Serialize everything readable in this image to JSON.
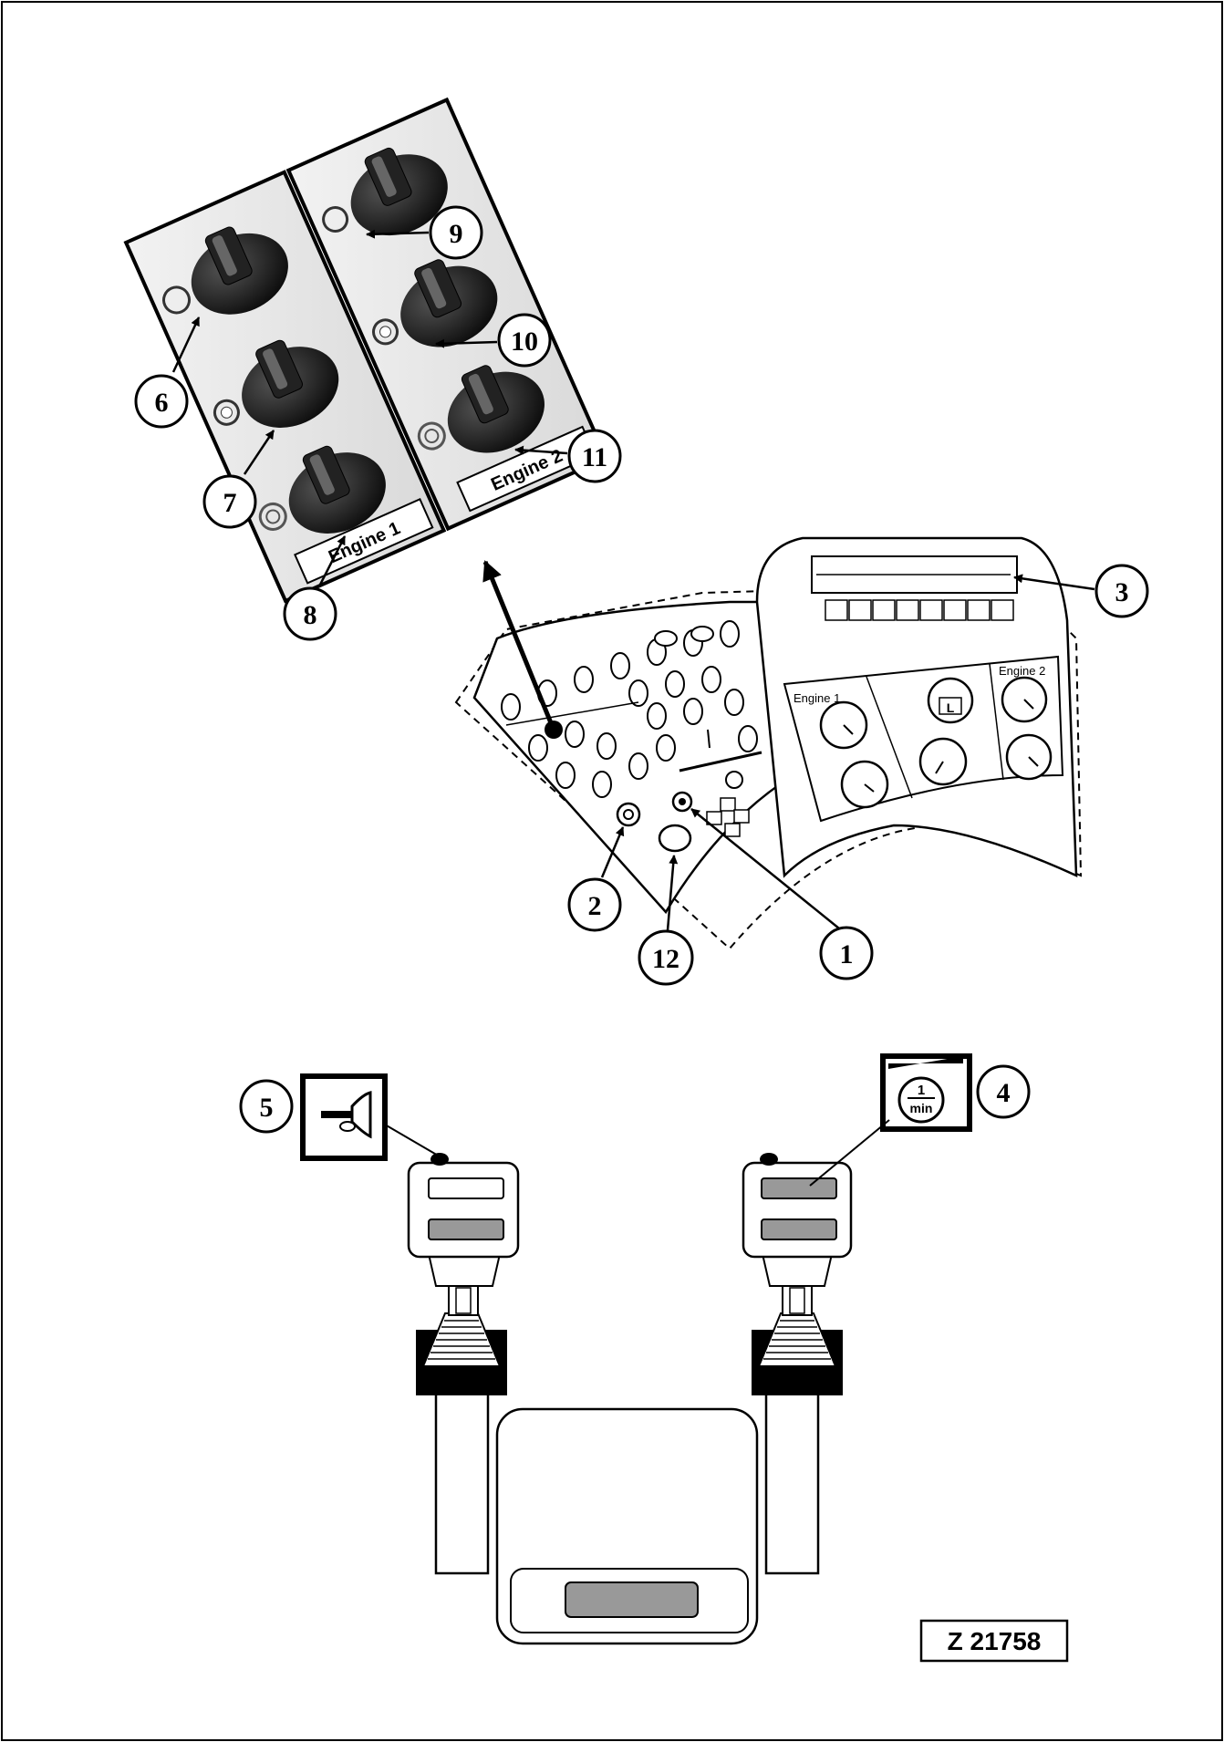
{
  "callouts": [
    "1",
    "2",
    "3",
    "4",
    "5",
    "6",
    "7",
    "8",
    "9",
    "10",
    "11",
    "12"
  ],
  "panel_labels": {
    "engine_1": "Engine 1",
    "engine_2": "Engine 2"
  },
  "gauge_labels": {
    "engine_1": "Engine 1",
    "engine_2": "Engine 2",
    "l_gauge": "L"
  },
  "symbol_4": {
    "numerator": "1",
    "denominator": "min"
  },
  "figure_id": "Z 21758"
}
